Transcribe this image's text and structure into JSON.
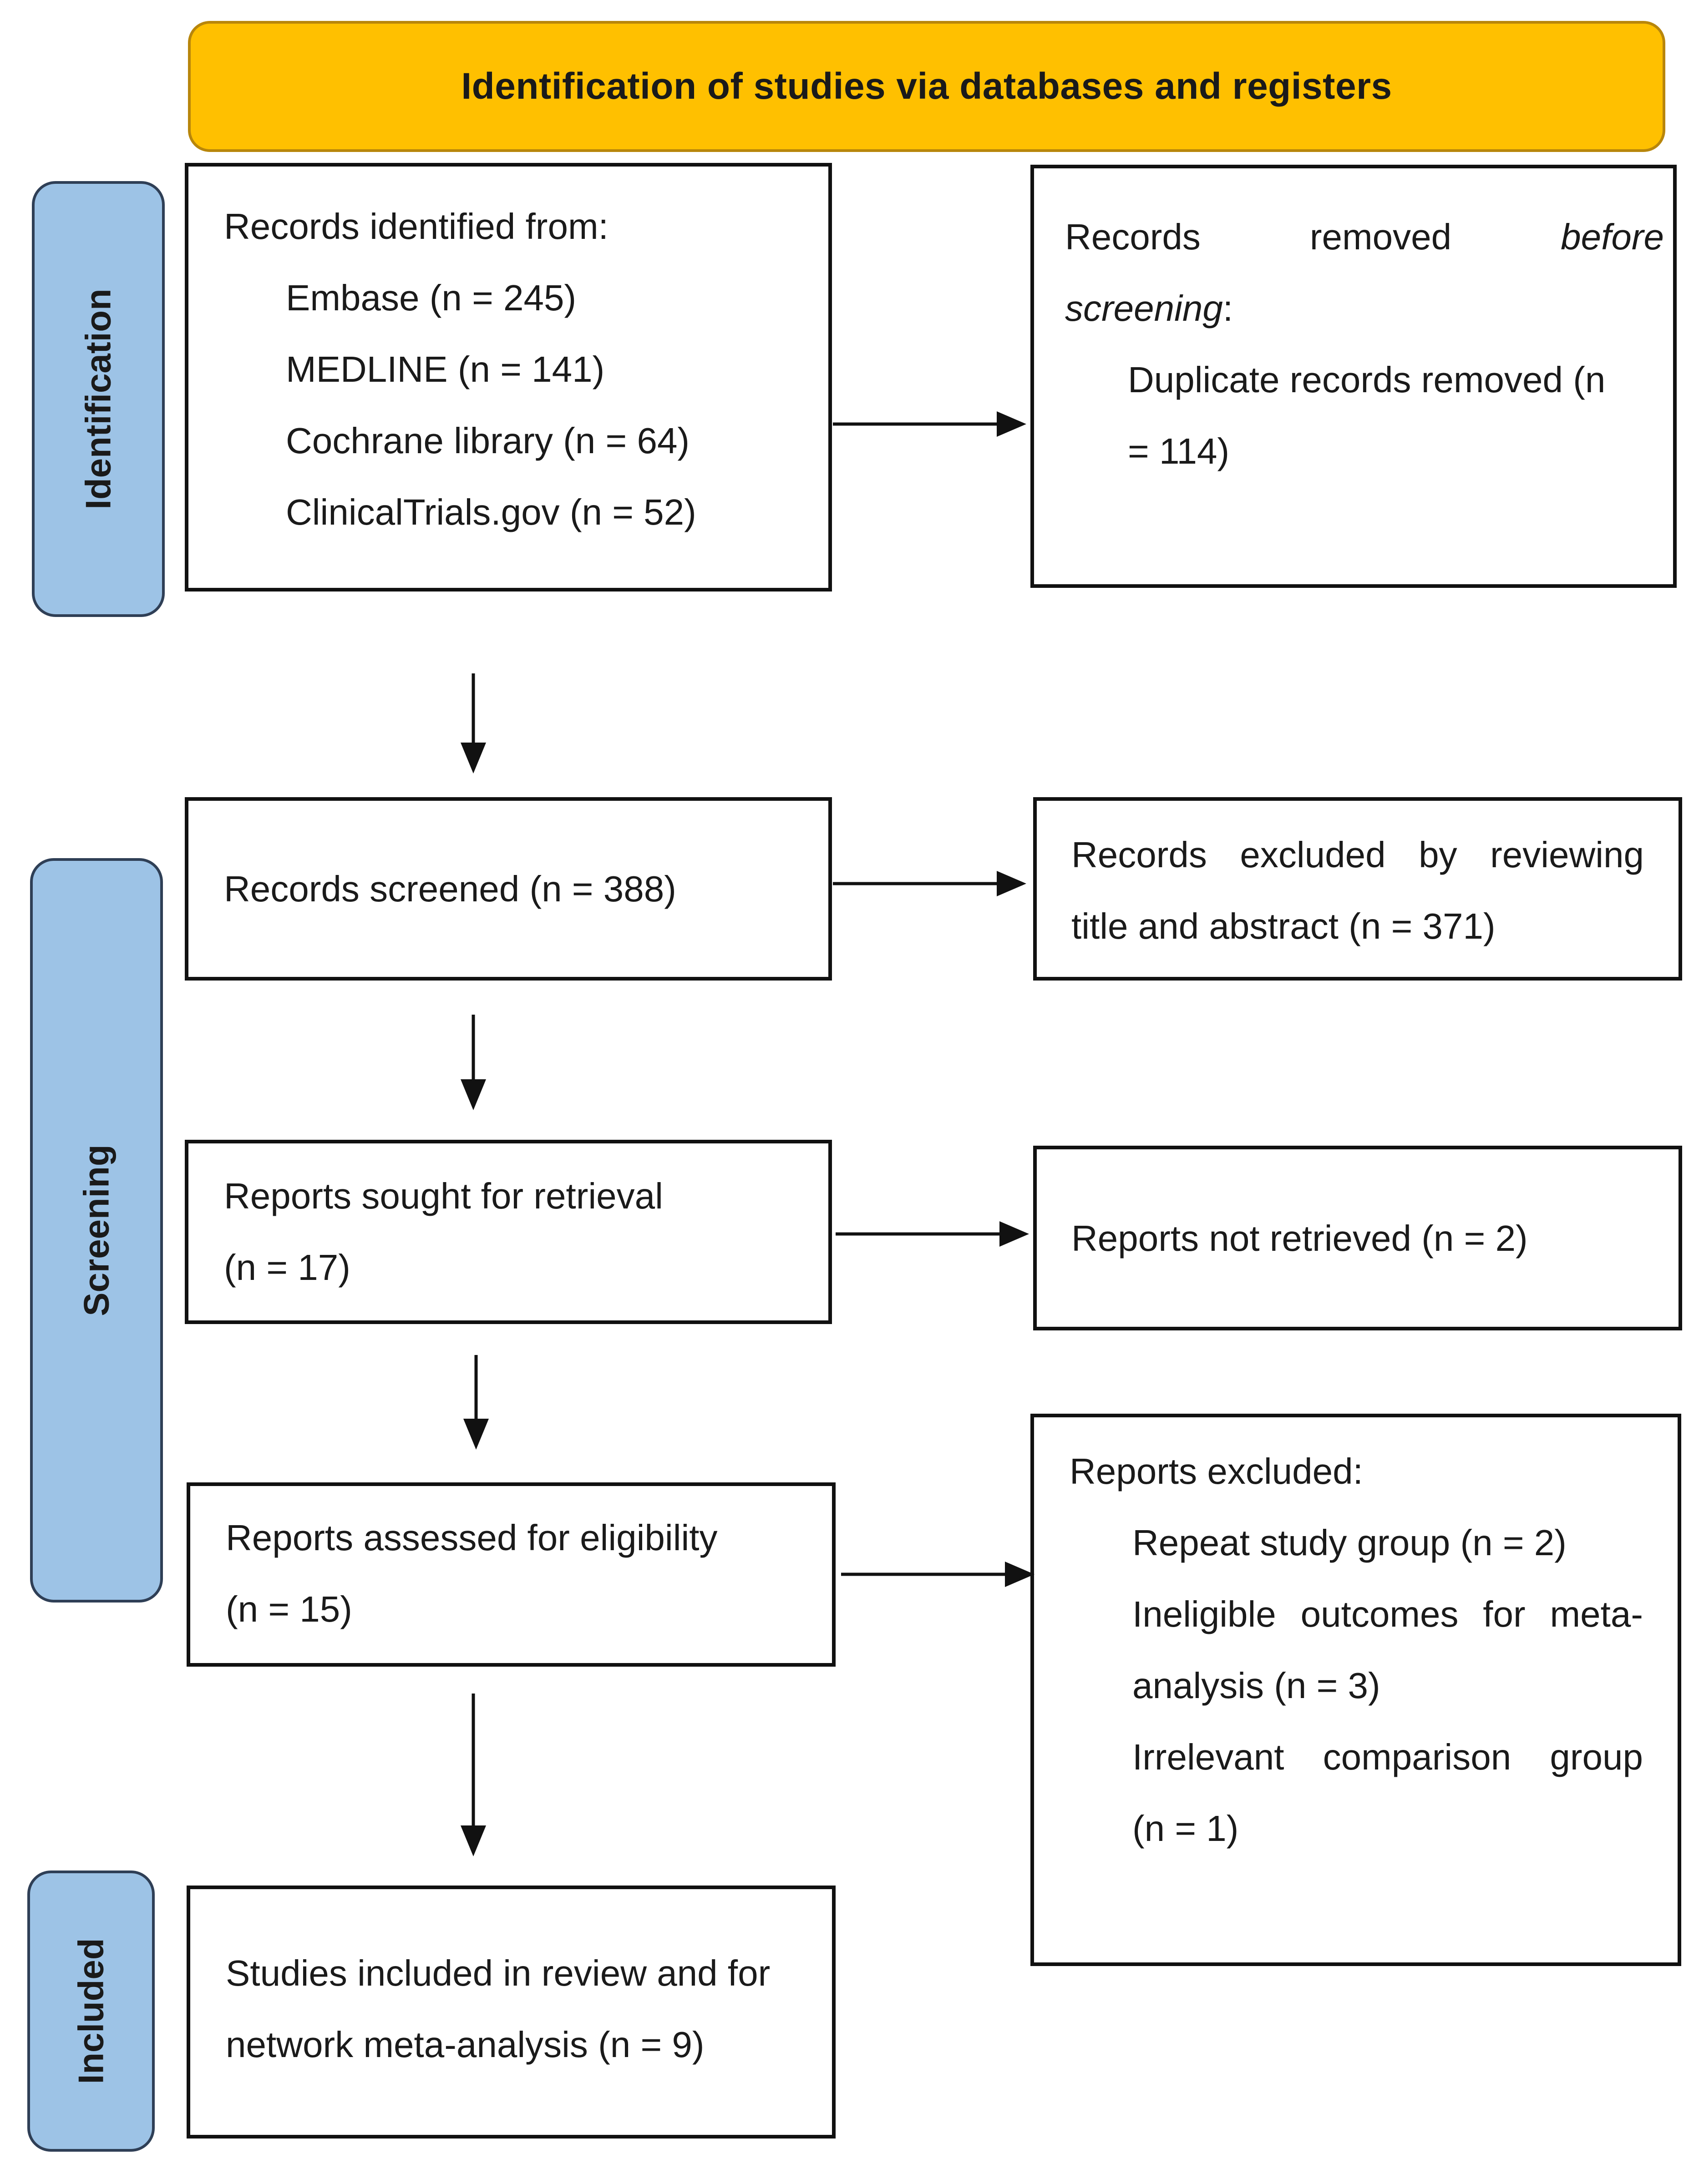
{
  "header": {
    "title": "Identification of studies via databases and registers"
  },
  "stages": {
    "identification": "Identification",
    "screening": "Screening",
    "included": "Included"
  },
  "identification": {
    "records_identified": {
      "heading": "Records identified from:",
      "sources": [
        "Embase (n = 245)",
        "MEDLINE (n = 141)",
        "Cochrane library (n = 64)",
        "ClinicalTrials.gov (n = 52)"
      ]
    },
    "records_removed": {
      "line1_a": "Records",
      "line1_b": "removed",
      "line1_c": "before",
      "line2_italic": "screening",
      "line2_colon": ":",
      "item_line1": "Duplicate records removed (n",
      "item_line2": "= 114)"
    }
  },
  "screening": {
    "records_screened": "Records screened (n = 388)",
    "records_excluded": {
      "line1": "Records excluded by reviewing",
      "line2": "title and abstract (n = 371)"
    },
    "reports_sought": {
      "line1": "Reports sought for retrieval",
      "line2": "(n = 17)"
    },
    "reports_not_retrieved": "Reports not retrieved (n = 2)",
    "reports_assessed": {
      "line1": "Reports assessed for eligibility",
      "line2": "(n = 15)"
    },
    "reports_excluded": {
      "heading": "Reports excluded:",
      "reason1": "Repeat study group (n = 2)",
      "reason2_line1": "Ineligible outcomes for meta-",
      "reason2_line2": "analysis (n = 3)",
      "reason3_line1": "Irrelevant comparison group",
      "reason3_line2": "(n = 1)"
    }
  },
  "included": {
    "line1": "Studies included in review and for",
    "line2": "network meta-analysis (n = 9)"
  }
}
